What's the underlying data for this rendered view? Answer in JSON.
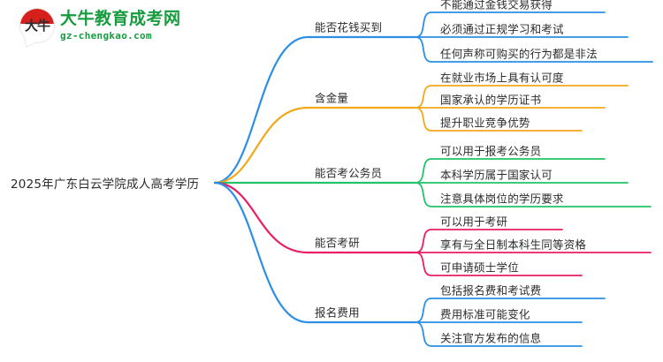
{
  "logo": {
    "mark_text": "大牛",
    "title": "大牛教育成考网",
    "subtitle": "gz-chengkao.com",
    "brand_green": "#169b3e",
    "brand_red": "#d6201c"
  },
  "mindmap": {
    "root": {
      "label": "2025年广东白云学院成人高考学历"
    },
    "branches": [
      {
        "label": "能否花钱买到",
        "color": "#2b8fe8",
        "leaves": [
          "不能通过金钱交易获得",
          "必须通过正规学习和考试",
          "任何声称可购买的行为都是非法"
        ]
      },
      {
        "label": "含金量",
        "color": "#f2a81b",
        "leaves": [
          "在就业市场上具有认可度",
          "国家承认的学历证书",
          "提升职业竞争优势"
        ]
      },
      {
        "label": "能否考公务员",
        "color": "#22c36a",
        "leaves": [
          "可以用于报考公务员",
          "本科学历属于国家认可",
          "注意具体岗位的学历要求"
        ]
      },
      {
        "label": "能否考研",
        "color": "#ea1e64",
        "leaves": [
          "可以用于考研",
          "享有与全日制本科生同等资格",
          "可申请硕士学位"
        ]
      },
      {
        "label": "报名费用",
        "color": "#2b8fe8",
        "leaves": [
          "包括报名费和考试费",
          "费用标准可能变化",
          "关注官方发布的信息"
        ]
      }
    ]
  }
}
